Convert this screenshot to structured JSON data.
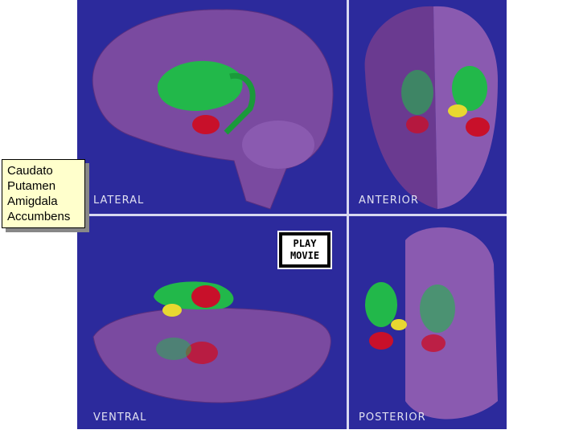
{
  "views": [
    {
      "id": "lateral",
      "label": "LATERAL"
    },
    {
      "id": "anterior",
      "label": "ANTERIOR"
    },
    {
      "id": "ventral",
      "label": "VENTRAL"
    },
    {
      "id": "posterior",
      "label": "POSTERIOR"
    }
  ],
  "play_button": {
    "line1": "PLAY",
    "line2": "MOVIE"
  },
  "legend": {
    "items": [
      "Caudato",
      "Putamen",
      "Amigdala",
      "Accumbens"
    ]
  },
  "colors": {
    "background": "#2c2a9c",
    "brain": "#7a4aa0",
    "caudate": "#22b84a",
    "amygdala": "#c8102a",
    "accumbens": "#e8d830"
  }
}
